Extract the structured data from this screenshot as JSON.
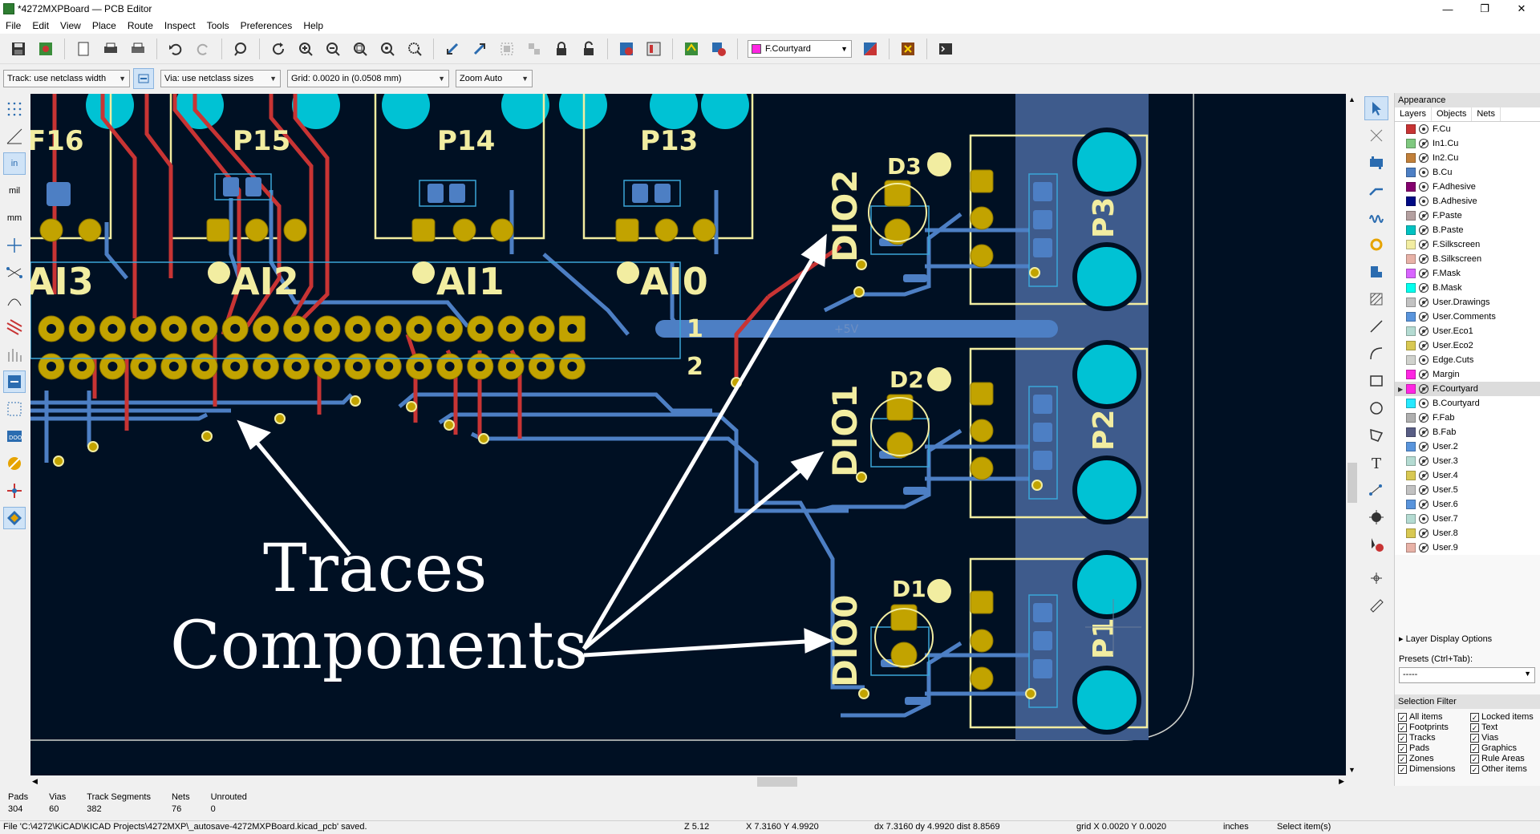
{
  "window": {
    "title": "*4272MXPBoard — PCB Editor",
    "controls": [
      "—",
      "❐",
      "✕"
    ]
  },
  "menu": [
    "File",
    "Edit",
    "View",
    "Place",
    "Route",
    "Inspect",
    "Tools",
    "Preferences",
    "Help"
  ],
  "toolbar": {
    "active_layer": "F.Courtyard"
  },
  "toolbar2": {
    "track": "Track: use netclass width",
    "via": "Via: use netclass sizes",
    "grid": "Grid: 0.0020 in (0.0508 mm)",
    "zoom": "Zoom Auto"
  },
  "left_tools": {
    "units": [
      "in",
      "mil",
      "mm"
    ]
  },
  "board": {
    "labels": [
      "F16",
      "P15",
      "P14",
      "P13",
      "AI3",
      "AI2",
      "AI1",
      "AI0",
      "DIO2",
      "DIO1",
      "DIO0",
      "D3",
      "D2",
      "D1",
      "P3",
      "P2",
      "P1"
    ],
    "pin_row_1": "1",
    "pin_row_2": "2",
    "net_label": "+5V",
    "colors": {
      "background": "#001023",
      "front_copper": "#c83434",
      "back_copper": "#4d7fc4",
      "silkscreen": "#f2eda1",
      "pads": "#c2a300",
      "mount_holes": "#00c2d4",
      "fab": "#3e5b8c"
    }
  },
  "annotations": {
    "traces": "Traces",
    "components": "Components"
  },
  "appearance": {
    "title": "Appearance",
    "tabs": [
      "Layers",
      "Objects",
      "Nets"
    ],
    "layers": [
      {
        "name": "F.Cu",
        "color": "#c83434",
        "visible": true
      },
      {
        "name": "In1.Cu",
        "color": "#7fc87f",
        "visible": false
      },
      {
        "name": "In2.Cu",
        "color": "#c2803a",
        "visible": false
      },
      {
        "name": "B.Cu",
        "color": "#4d7fc4",
        "visible": true
      },
      {
        "name": "F.Adhesive",
        "color": "#84006e",
        "visible": true
      },
      {
        "name": "B.Adhesive",
        "color": "#000a84",
        "visible": true
      },
      {
        "name": "F.Paste",
        "color": "#b4a0a0",
        "visible": false
      },
      {
        "name": "B.Paste",
        "color": "#00c2c2",
        "visible": false
      },
      {
        "name": "F.Silkscreen",
        "color": "#f2eda1",
        "visible": false
      },
      {
        "name": "B.Silkscreen",
        "color": "#e8b2a7",
        "visible": false
      },
      {
        "name": "F.Mask",
        "color": "#d864ff",
        "visible": false
      },
      {
        "name": "B.Mask",
        "color": "#02ffee",
        "visible": false
      },
      {
        "name": "User.Drawings",
        "color": "#c2c2c2",
        "visible": false
      },
      {
        "name": "User.Comments",
        "color": "#5994dc",
        "visible": false
      },
      {
        "name": "User.Eco1",
        "color": "#b4dbd2",
        "visible": false
      },
      {
        "name": "User.Eco2",
        "color": "#d8c852",
        "visible": false
      },
      {
        "name": "Edge.Cuts",
        "color": "#d0d2cd",
        "visible": true
      },
      {
        "name": "Margin",
        "color": "#ff26e2",
        "visible": false
      },
      {
        "name": "F.Courtyard",
        "color": "#ff26e2",
        "visible": false,
        "selected": true
      },
      {
        "name": "B.Courtyard",
        "color": "#26e9ff",
        "visible": true
      },
      {
        "name": "F.Fab",
        "color": "#afafaf",
        "visible": false
      },
      {
        "name": "B.Fab",
        "color": "#585d84",
        "visible": false
      },
      {
        "name": "User.2",
        "color": "#5994dc",
        "visible": false
      },
      {
        "name": "User.3",
        "color": "#b4dbd2",
        "visible": false
      },
      {
        "name": "User.4",
        "color": "#d8c852",
        "visible": false
      },
      {
        "name": "User.5",
        "color": "#c2c2c2",
        "visible": false
      },
      {
        "name": "User.6",
        "color": "#5994dc",
        "visible": false
      },
      {
        "name": "User.7",
        "color": "#b4dbd2",
        "visible": true
      },
      {
        "name": "User.8",
        "color": "#d8c852",
        "visible": false
      },
      {
        "name": "User.9",
        "color": "#e8b2a7",
        "visible": false
      }
    ],
    "layer_display_options": "Layer Display Options",
    "presets_label": "Presets (Ctrl+Tab):",
    "presets_value": "-----"
  },
  "selection_filter": {
    "title": "Selection Filter",
    "items": [
      "All items",
      "Locked items",
      "Footprints",
      "Text",
      "Tracks",
      "Vias",
      "Pads",
      "Graphics",
      "Zones",
      "Rule Areas",
      "Dimensions",
      "Other items"
    ]
  },
  "info": [
    {
      "label": "Pads",
      "value": "304"
    },
    {
      "label": "Vias",
      "value": "60"
    },
    {
      "label": "Track Segments",
      "value": "382"
    },
    {
      "label": "Nets",
      "value": "76"
    },
    {
      "label": "Unrouted",
      "value": "0"
    }
  ],
  "status": {
    "message": "File 'C:\\4272\\KiCAD\\KICAD Projects\\4272MXP\\_autosave-4272MXPBoard.kicad_pcb' saved.",
    "zoom": "Z 5.12",
    "coords": "X 7.3160  Y 4.9920",
    "delta": "dx 7.3160  dy 4.9920  dist 8.8569",
    "grid": "grid X 0.0020  Y 0.0020",
    "units": "inches",
    "mode": "Select item(s)"
  }
}
